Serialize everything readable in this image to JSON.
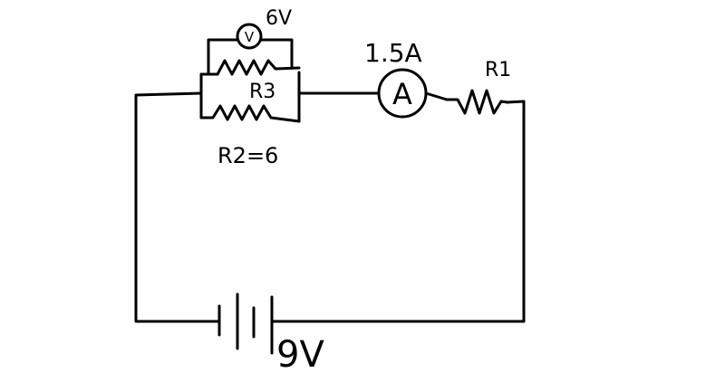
{
  "labels": {
    "voltmeter_reading": "6V",
    "voltmeter_symbol": "V",
    "ammeter_reading": "1.5A",
    "ammeter_symbol": "A",
    "r1": "R1",
    "r3": "R3",
    "r2": "R2=6",
    "battery": "9V"
  },
  "colors": {
    "ink": "#000000",
    "background": "#ffffff"
  }
}
